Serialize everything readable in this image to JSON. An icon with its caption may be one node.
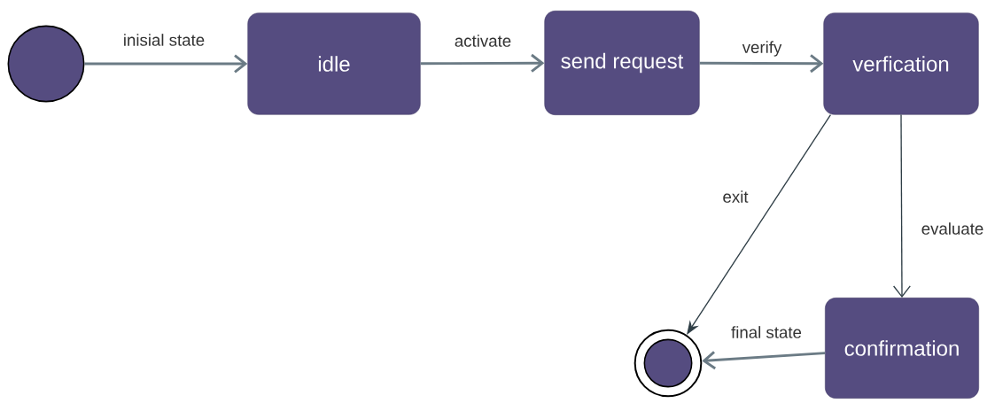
{
  "diagram": {
    "nodes": [
      {
        "text": [],
        "shape": "circle"
      },
      {
        "text": [
          "idle"
        ]
      },
      {
        "text": [
          "send request"
        ]
      },
      {
        "text": [
          "verfication"
        ]
      },
      {
        "text": [],
        "shape": "circle"
      },
      {
        "text": [
          "confirmation"
        ]
      }
    ],
    "edges": [
      {
        "from": 0,
        "to": 1,
        "arrow": "to",
        "label": "inisial state"
      },
      {
        "from": 1,
        "to": 2,
        "arrow": "to",
        "label": "activate"
      },
      {
        "from": 2,
        "to": 3,
        "arrow": "to",
        "label": "verify"
      },
      {
        "from": 3,
        "to": 4,
        "arrow": "to",
        "label": "exit"
      },
      {
        "from": 3,
        "to": 5,
        "arrow": "to",
        "label": "evaluate"
      },
      {
        "from": 5,
        "to": 4,
        "arrow": "to",
        "label": "final state"
      }
    ]
  }
}
